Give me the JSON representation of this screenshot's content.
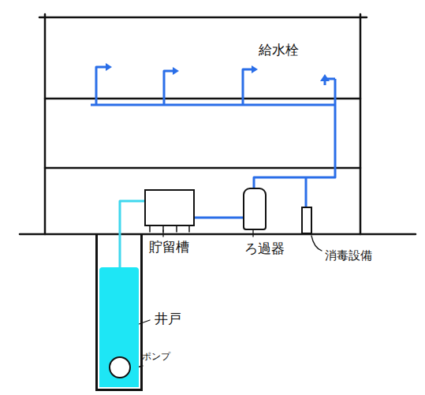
{
  "diagram": {
    "nodes": [
      {
        "text": [
          "井戸"
        ]
      },
      {
        "text": [
          "ポンプ"
        ],
        "in": 0
      },
      {
        "text": [
          "貯留槽"
        ]
      },
      {
        "text": [
          "ろ過器"
        ]
      },
      {
        "text": [
          "消毒設備"
        ]
      }
    ],
    "edges": [
      {
        "from": 1,
        "to": 2,
        "arrow": "none"
      },
      {
        "from": 2,
        "to": 3,
        "arrow": "none"
      }
    ],
    "labels": [
      "給水栓"
    ]
  }
}
